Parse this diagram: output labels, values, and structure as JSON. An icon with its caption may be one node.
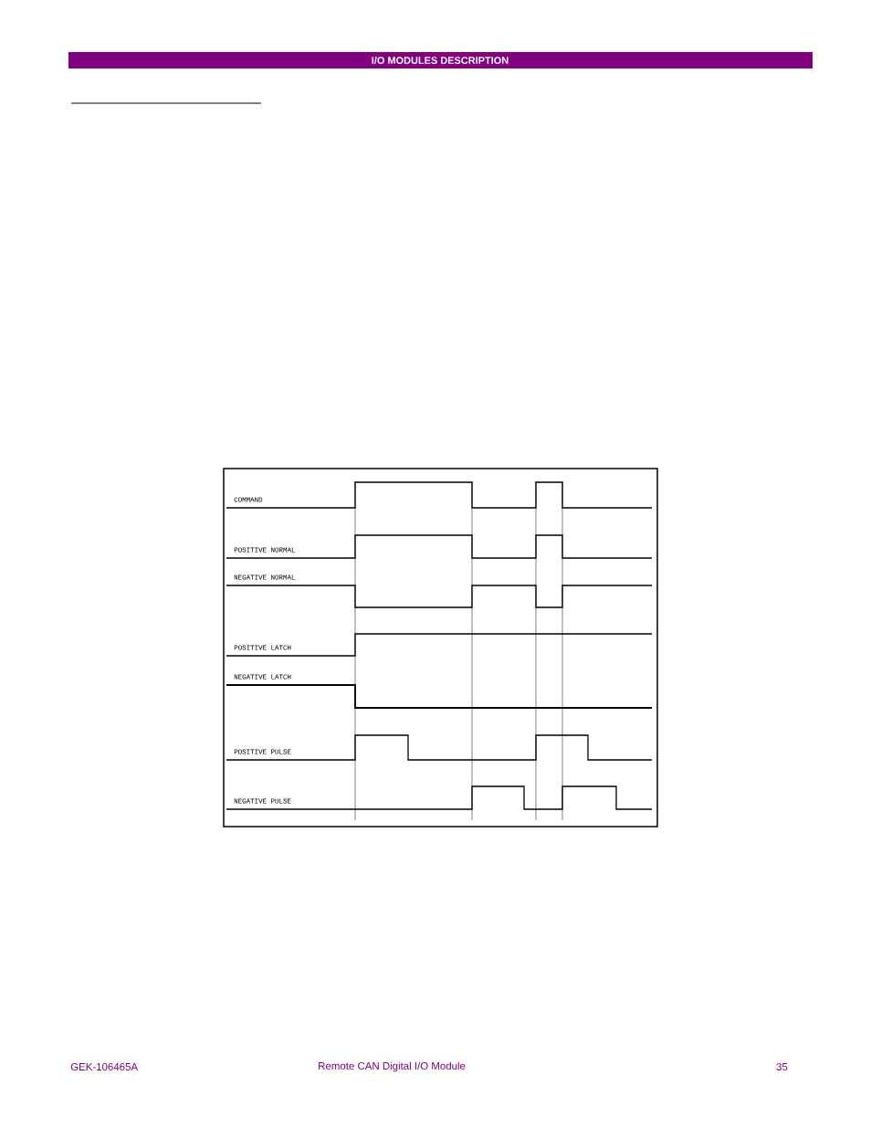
{
  "diagram": {
    "title": "I/O MODULES DESCRIPTION",
    "labels": [
      "COMMAND",
      "POSITIVE NORMAL",
      "NEGATIVE NORMAL",
      "POSITIVE LATCH",
      "NEGATIVE LATCH",
      "POSITIVE PULSE",
      "NEGATIVE PULSE",
      "GEK-106465A",
      "Remote CAN Digital I/O Module",
      "35"
    ]
  }
}
